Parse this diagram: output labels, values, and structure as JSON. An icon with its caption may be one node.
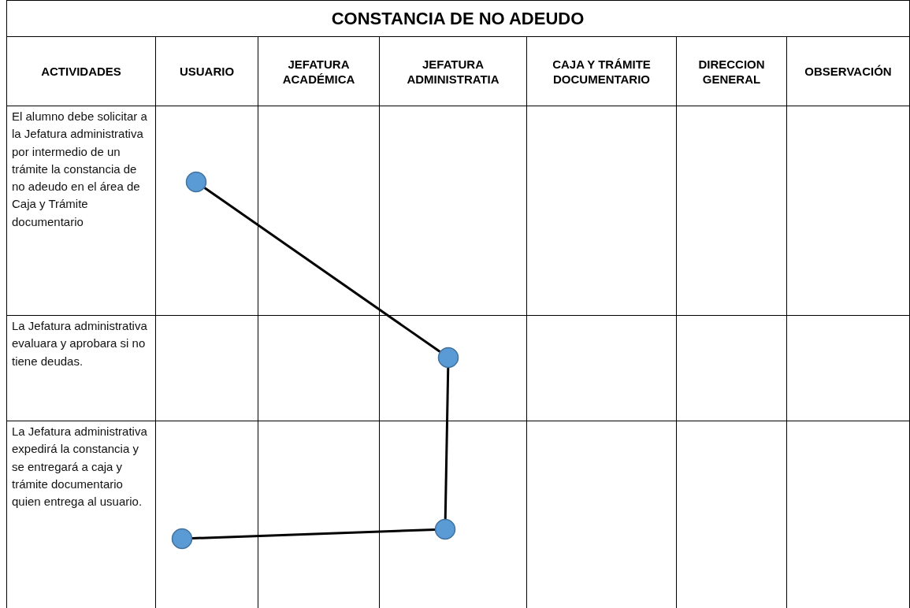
{
  "diagram": {
    "title": "CONSTANCIA DE NO ADEUDO",
    "nodes": [
      {
        "text": [],
        "shape": "circle"
      },
      {
        "text": [],
        "shape": "circle"
      },
      {
        "text": [],
        "shape": "circle"
      },
      {
        "text": [],
        "shape": "circle"
      }
    ],
    "edges": [
      {
        "from": 0,
        "to": 1,
        "arrow": "none"
      },
      {
        "from": 1,
        "to": 2,
        "arrow": "none"
      },
      {
        "from": 2,
        "to": 3,
        "arrow": "none"
      }
    ],
    "labels": [
      "ACTIVIDADES",
      "USUARIO",
      "JEFATURA ACADÉMICA",
      "JEFATURA ADMINISTRATIA",
      "CAJA Y TRÁMITE DOCUMENTARIO",
      "DIRECCION GENERAL",
      "OBSERVACIÓN",
      "El alumno debe solicitar a la Jefatura administrativa por intermedio de un trámite la constancia de no adeudo en el área de Caja y Trámite documentario",
      "La Jefatura administrativa evaluara y aprobara si no tiene deudas.",
      "La Jefatura administrativa expedirá la constancia y se entregará a caja y trámite documentario quien entrega al usuario."
    ]
  }
}
